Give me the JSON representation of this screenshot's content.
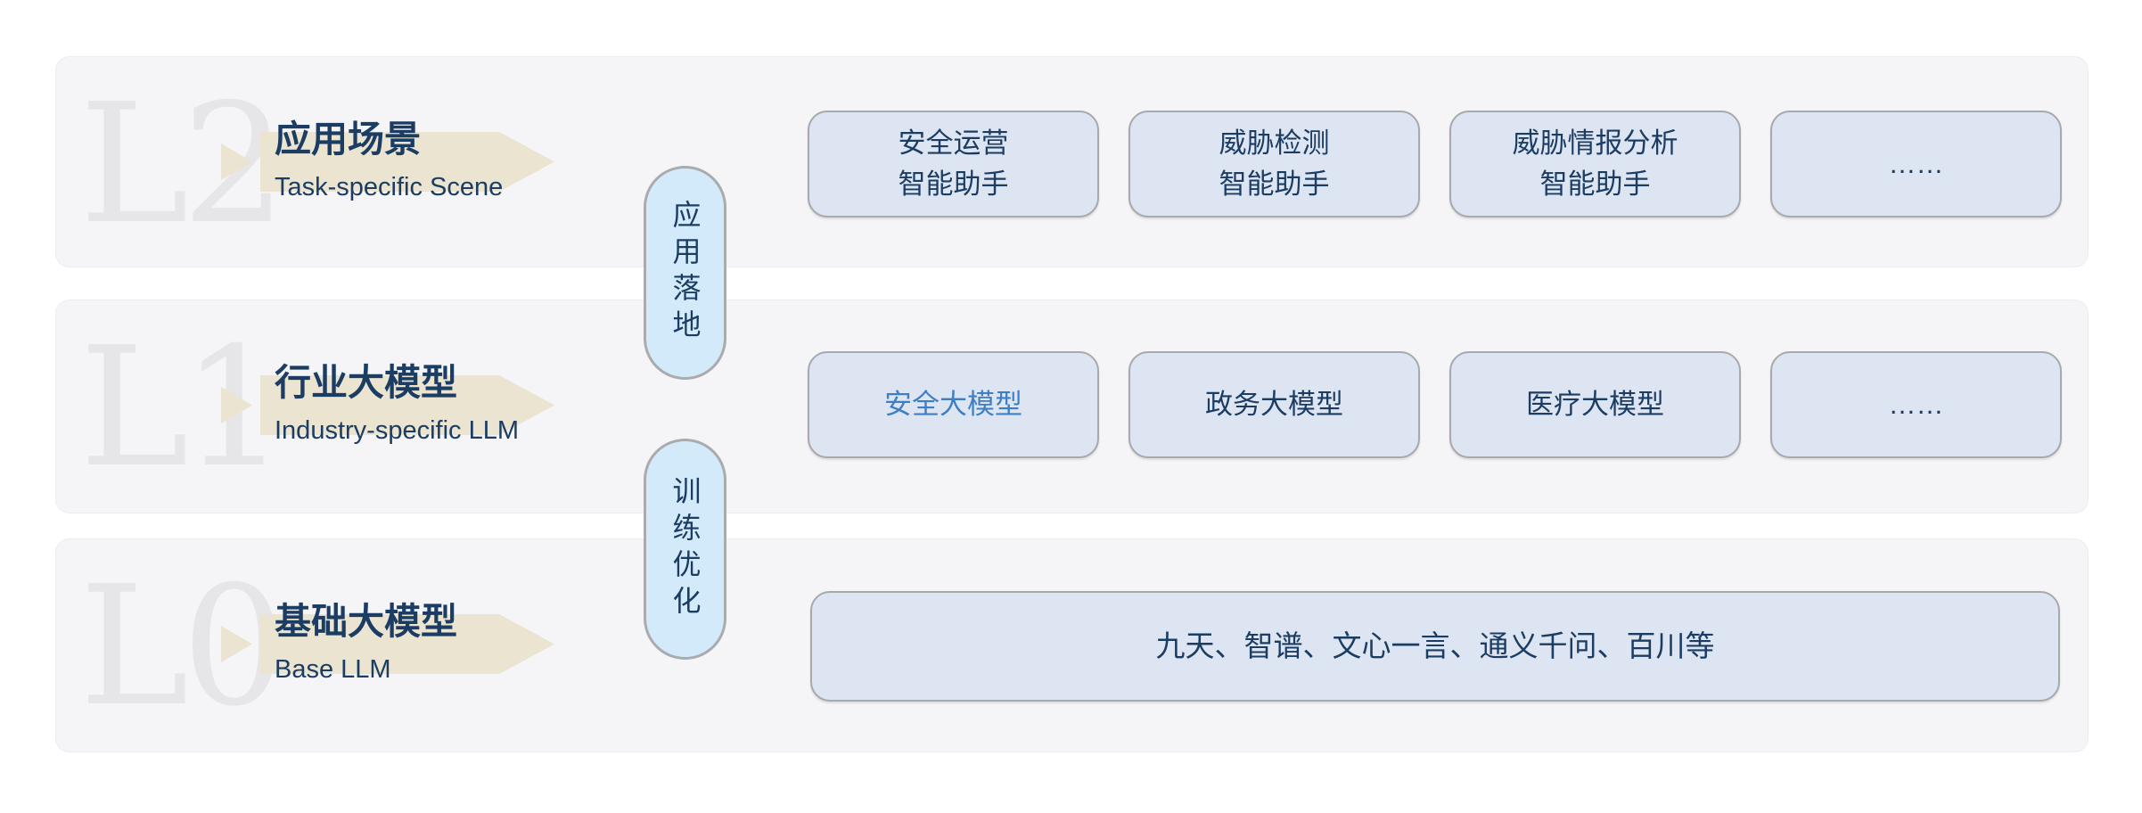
{
  "colors": {
    "panel_bg": "#f5f4f6",
    "box_fill": "#dde5f2",
    "box_border": "#a7a9ad",
    "pill_fill": "#d3eafb",
    "pill_border": "#a9abae",
    "banner_beige": "#eae4d1",
    "navy_text": "#1c3d63",
    "accent_blue": "#3d7ec5",
    "watermark_gray": "#e6e6e8"
  },
  "layers": [
    {
      "tag": "L2",
      "title_cn": "应用场景",
      "title_en": "Task-specific Scene",
      "boxes": [
        {
          "label": "安全运营\n智能助手"
        },
        {
          "label": "威胁检测\n智能助手"
        },
        {
          "label": "威胁情报分析\n智能助手"
        },
        {
          "label": "……"
        }
      ]
    },
    {
      "tag": "L1",
      "title_cn": "行业大模型",
      "title_en": "Industry-specific LLM",
      "boxes": [
        {
          "label": "安全大模型",
          "accent": true
        },
        {
          "label": "政务大模型"
        },
        {
          "label": "医疗大模型"
        },
        {
          "label": "……"
        }
      ]
    },
    {
      "tag": "L0",
      "title_cn": "基础大模型",
      "title_en": "Base LLM",
      "boxes": [
        {
          "label": "九天、智谱、文心一言、通义千问、百川等"
        }
      ]
    }
  ],
  "connectors": [
    {
      "label": "应用落地"
    },
    {
      "label": "训练优化"
    }
  ]
}
